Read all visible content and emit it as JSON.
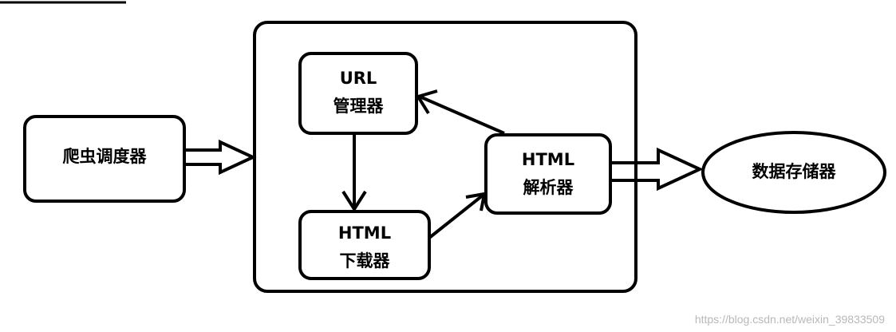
{
  "nodes": {
    "scheduler": {
      "label": "爬虫调度器"
    },
    "url_manager": {
      "line1": "URL",
      "line2": "管理器"
    },
    "downloader": {
      "line1": "HTML",
      "line2": "下载器"
    },
    "parser": {
      "line1": "HTML",
      "line2": "解析器"
    },
    "storage": {
      "label": "数据存储器"
    }
  },
  "watermark": "https://blog.csdn.net/weixin_39833509"
}
